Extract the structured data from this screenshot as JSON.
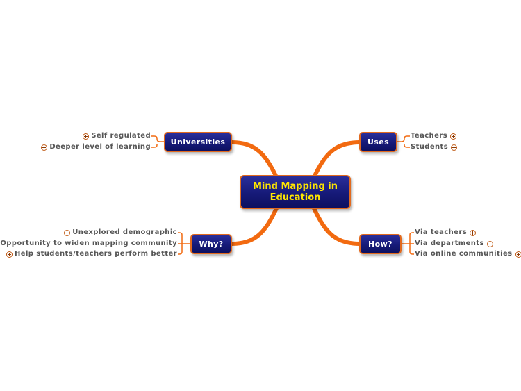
{
  "central": {
    "line1": "Mind Mapping in",
    "line2": "Education"
  },
  "branches": {
    "universities": {
      "label": "Universities",
      "children": [
        "Self regulated",
        "Deeper level of learning"
      ]
    },
    "uses": {
      "label": "Uses",
      "children": [
        "Teachers",
        "Students"
      ]
    },
    "why": {
      "label": "Why?",
      "children": [
        "Unexplored demographic",
        "Opportunity to widen mapping community",
        "Help students/teachers perform better"
      ]
    },
    "how": {
      "label": "How?",
      "children": [
        "Via teachers",
        "Via departments",
        "Via online communities"
      ]
    }
  },
  "colors": {
    "connector": "#f26a10",
    "node_fill": "#161a78",
    "node_border": "#e26a1e",
    "central_text": "#ffe600",
    "leaf_text": "#555555"
  },
  "icons": {
    "expand": "plus-circle-icon"
  }
}
